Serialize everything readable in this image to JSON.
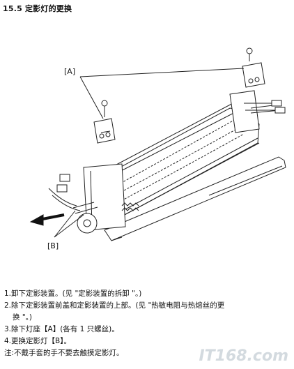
{
  "section_title": "15.5  定影灯的更换",
  "figure": {
    "callout_a": "[A]",
    "callout_b": "[B]"
  },
  "steps": [
    "1.卸下定影装置。(见 \"定影装置的拆卸 \"。)",
    "2.除下定影装置前盖和定影装置的上部。(见 \"热敏电阻与热熔丝的更",
    "换 \"。)",
    "3.除下灯座【A】(各有 1 只螺丝)。",
    "4.更换定影灯【B】。",
    "注:不戴手套的手不要去触摸定影灯。"
  ],
  "watermark": "IT168.com"
}
